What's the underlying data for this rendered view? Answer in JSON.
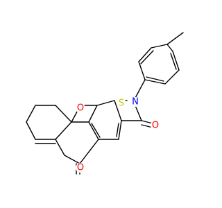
{
  "molecule": {
    "atoms": [
      {
        "id": "O10",
        "label": "O",
        "color": "#ff0000"
      },
      {
        "id": "O6",
        "label": "O",
        "color": "#ff0000"
      },
      {
        "id": "O3",
        "label": "O",
        "color": "#ff0000"
      },
      {
        "id": "S",
        "label": "S",
        "color": "#cccc00"
      },
      {
        "id": "N",
        "label": "N",
        "color": "#0000ff"
      }
    ]
  }
}
